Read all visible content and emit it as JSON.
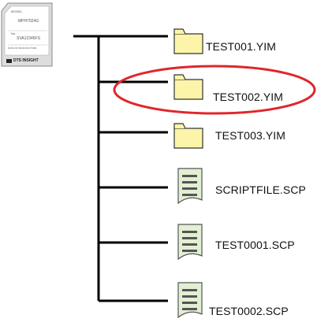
{
  "sd_card": {
    "label_model": "MODEL",
    "model_value": "MPH7024G",
    "label_no": "No.",
    "serial_value": "SVA12345FS",
    "date_line": "DATE OF MANUFACTURE",
    "brand": "DTS INSIGHT"
  },
  "entries": [
    {
      "type": "folder",
      "name": "TEST001.YIM",
      "highlighted": false
    },
    {
      "type": "folder",
      "name": "TEST002.YIM",
      "highlighted": true
    },
    {
      "type": "folder",
      "name": "TEST003.YIM",
      "highlighted": false
    },
    {
      "type": "file",
      "name": "SCRIPTFILE.SCP",
      "highlighted": false
    },
    {
      "type": "file",
      "name": "TEST0001.SCP",
      "highlighted": false
    },
    {
      "type": "file",
      "name": "TEST0002.SCP",
      "highlighted": false
    }
  ],
  "colors": {
    "folder_fill": "#fcf5a9",
    "folder_stroke": "#333333",
    "file_fill": "#e3efd2",
    "file_stroke": "#555555",
    "highlight": "#e0262b",
    "line": "#000000",
    "sd_body": "#dddddd",
    "sd_label": "#ffffff"
  }
}
